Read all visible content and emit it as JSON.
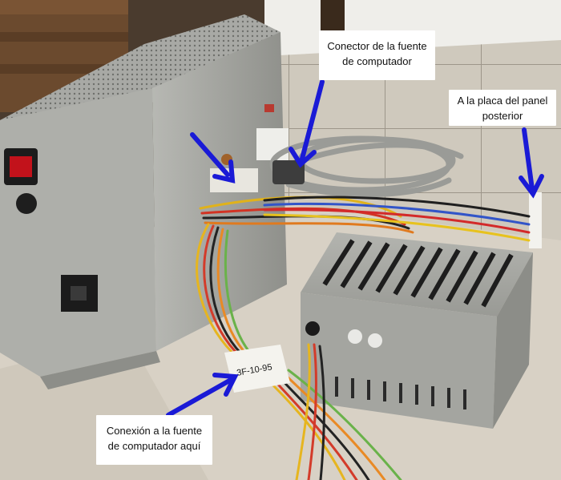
{
  "callouts": {
    "connector": {
      "line1": "Conector de la fuente",
      "line2": "de computador"
    },
    "backplate": {
      "line1": "A la placa del panel",
      "line2": "posterior"
    },
    "connection": {
      "line1": "Conexión a la fuente",
      "line2": "de computador aquí"
    }
  },
  "label_on_connector": "3F-10-95",
  "colors": {
    "arrow": "#1a1ad6",
    "metal": "#a9aaa6",
    "floor": "#c9c3b8",
    "table": "#d9d2c6"
  }
}
